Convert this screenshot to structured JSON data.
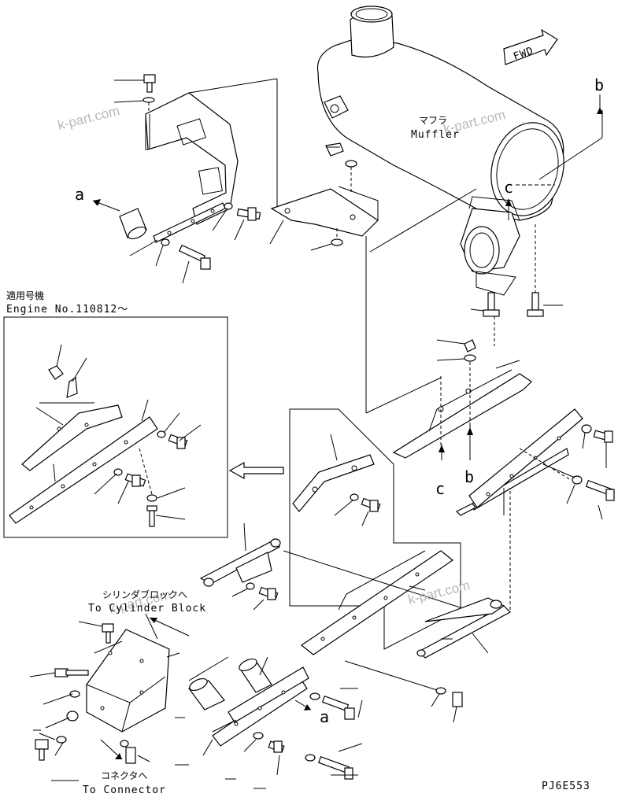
{
  "watermarks": [
    "k-part.com",
    "k-part.com",
    "k-part.com",
    "k-part.com"
  ],
  "fwd_label": "FWD",
  "callouts": {
    "a_top": "a",
    "a_bottom": "a",
    "b_top": "b",
    "b_mid": "b",
    "c_top": "c",
    "c_mid": "c"
  },
  "muffler": {
    "jp": "マフラ",
    "en": "Muffler"
  },
  "applicable": {
    "jp": "適用号機",
    "en": "Engine No.110812～"
  },
  "cylinder_block": {
    "jp": "シリンダブロックへ",
    "en": "To Cylinder Block"
  },
  "connector": {
    "jp": "コネクタへ",
    "en": "To Connector"
  },
  "drawing_code": "PJ6E553",
  "colors": {
    "line": "#000000",
    "watermark": "#b8b8b8",
    "background": "#ffffff"
  }
}
